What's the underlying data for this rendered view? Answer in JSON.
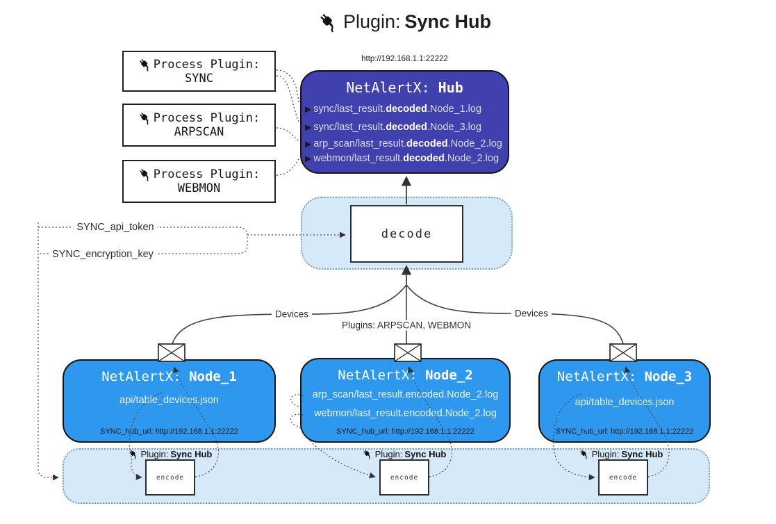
{
  "title": {
    "label": "Plugin:",
    "name": "Sync Hub"
  },
  "hub": {
    "url": "http://192.168.1.1:22222",
    "title_label": "NetAlertX:",
    "title_name": "Hub",
    "arrow_glyph": "▶",
    "logs": [
      {
        "pre": "sync/last_result.",
        "em": "decoded",
        "post": ".Node_1.log"
      },
      {
        "pre": "sync/last_result.",
        "em": "decoded",
        "post": ".Node_3.log"
      },
      {
        "pre": "arp_scan/last_result.",
        "em": "decoded",
        "post": ".Node_2.log"
      },
      {
        "pre": "webmon/last_result.",
        "em": "decoded",
        "post": ".Node_2.log"
      }
    ]
  },
  "process_plugins": [
    {
      "label": "Process Plugin:",
      "name": "SYNC"
    },
    {
      "label": "Process Plugin:",
      "name": "ARPSCAN"
    },
    {
      "label": "Process Plugin:",
      "name": "WEBMON"
    }
  ],
  "decode": {
    "label": "decode"
  },
  "config": {
    "api_token": "SYNC_api_token",
    "encryption_key": "SYNC_encryption_key"
  },
  "edges": {
    "devices_left": "Devices",
    "devices_right": "Devices",
    "plugins_middle": "Plugins: ARPSCAN, WEBMON"
  },
  "nodes": [
    {
      "title_label": "NetAlertX:",
      "title_name": "Node_1",
      "lines": [
        "api/table_devices.json"
      ],
      "hub_url": "SYNC_hub_url: http://192.168.1.1:22222"
    },
    {
      "title_label": "NetAlertX:",
      "title_name": "Node_2",
      "lines": [
        "arp_scan/last_result.encoded.Node_2.log",
        "webmon/last_result.encoded.Node_2.log"
      ],
      "hub_url": "SYNC_hub_url: http://192.168.1.1:22222"
    },
    {
      "title_label": "NetAlertX:",
      "title_name": "Node_3",
      "lines": [
        "api/table_devices.json"
      ],
      "hub_url": "SYNC_hub_url: http://192.168.1.1:22222"
    }
  ],
  "encode_band": {
    "plugin_label": "Plugin:",
    "plugin_name": "Sync Hub",
    "encode_label": "encode"
  },
  "colors": {
    "hub_fill": "#4040ae",
    "node_fill": "#2e97ee",
    "band_fill": "#d6e9f8",
    "line_dark": "#3f3f3f",
    "dotted_gray": "#4a4a4a"
  }
}
